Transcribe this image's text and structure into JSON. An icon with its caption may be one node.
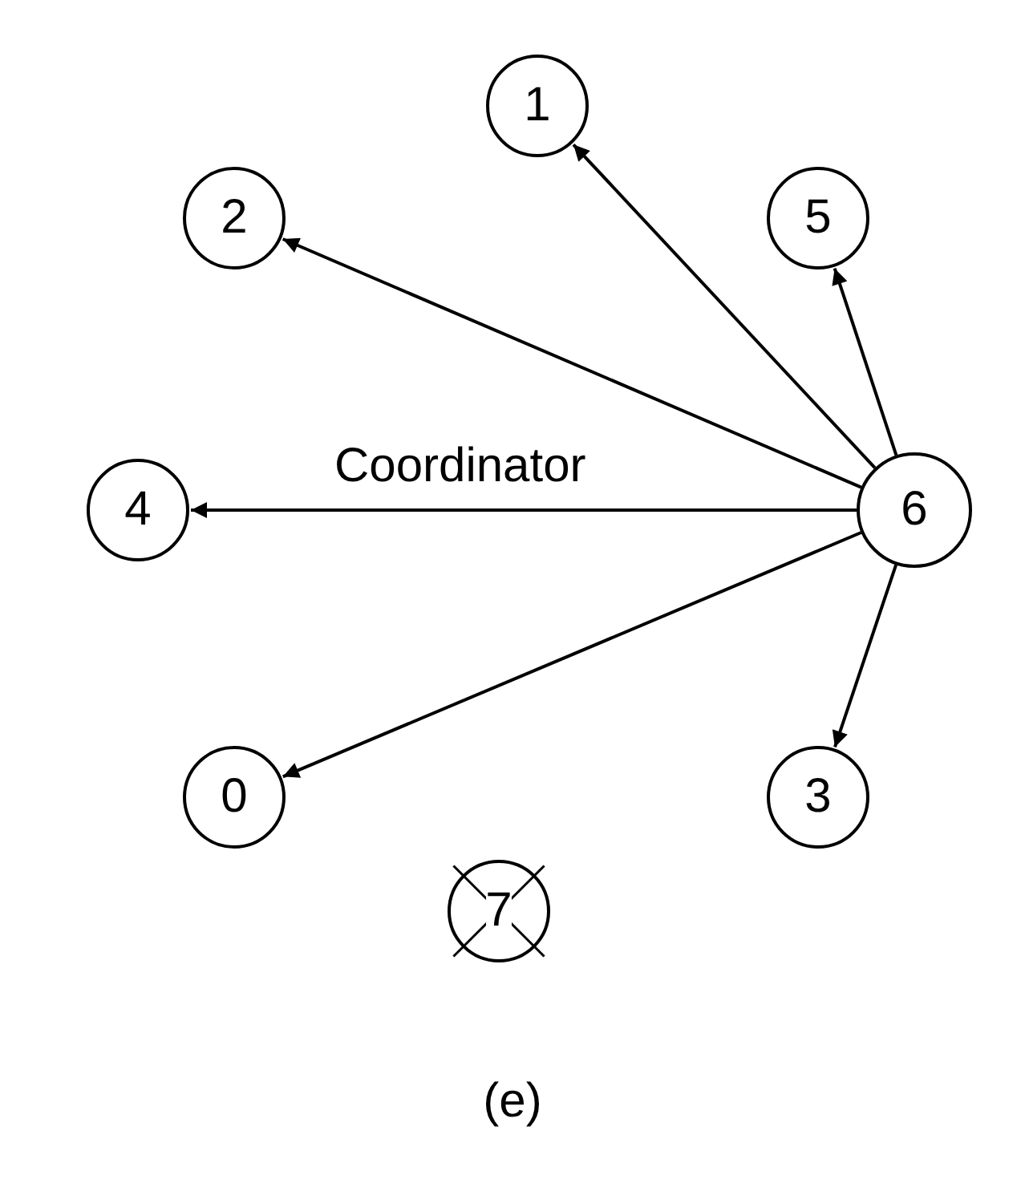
{
  "diagram": {
    "caption": "(e)",
    "nodes": [
      {
        "text": [
          "1"
        ]
      },
      {
        "text": [
          "2"
        ]
      },
      {
        "text": [
          "5"
        ]
      },
      {
        "text": [
          "4"
        ]
      },
      {
        "text": [
          "6"
        ]
      },
      {
        "text": [
          "0"
        ]
      },
      {
        "text": [
          "3"
        ]
      },
      {
        "text": [
          "7"
        ]
      }
    ],
    "edges": [
      {
        "from": 4,
        "to": 0,
        "arrow": "to"
      },
      {
        "from": 4,
        "to": 1,
        "arrow": "to"
      },
      {
        "from": 4,
        "to": 2,
        "arrow": "to"
      },
      {
        "from": 4,
        "to": 3,
        "arrow": "to",
        "label": "Coordinator"
      },
      {
        "from": 4,
        "to": 5,
        "arrow": "to"
      },
      {
        "from": 4,
        "to": 6,
        "arrow": "to"
      }
    ]
  }
}
